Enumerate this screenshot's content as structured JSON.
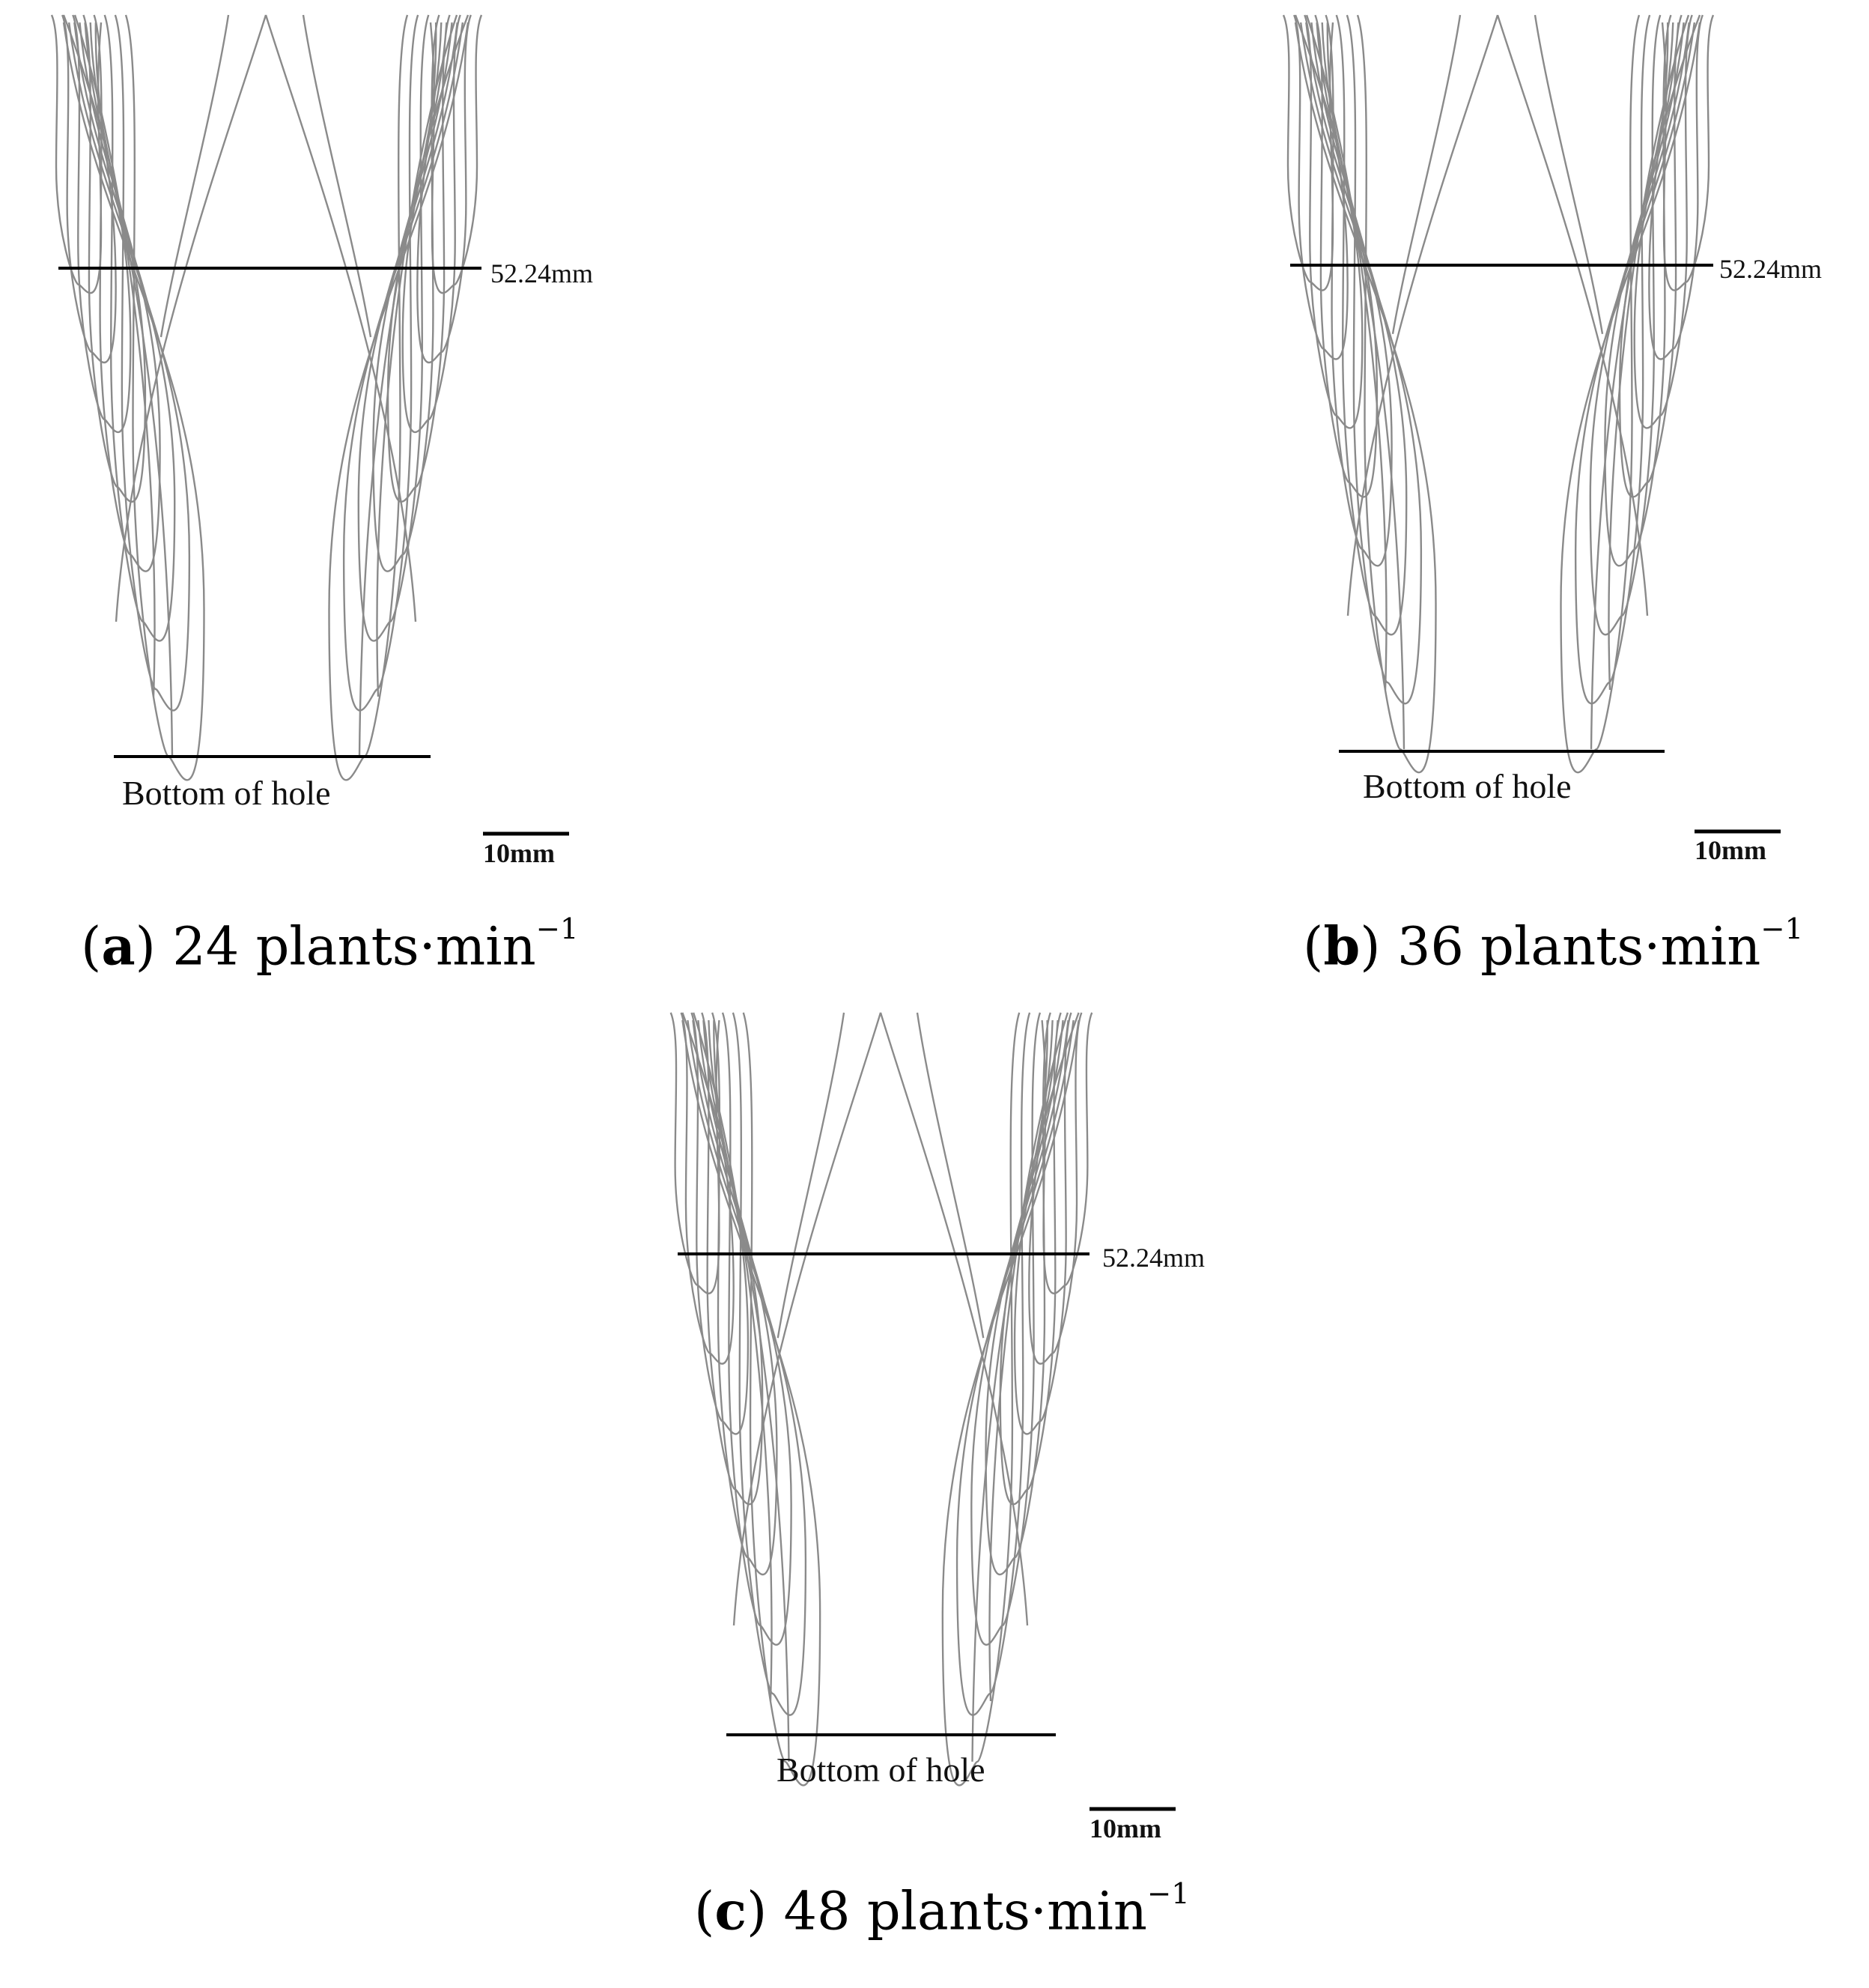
{
  "panels": [
    {
      "id": "a",
      "letter": "a",
      "caption_value": "24",
      "caption_unit": "plants·min",
      "caption_exp": "−1",
      "depth_label": "52.24mm",
      "bottom_label": "Bottom of hole",
      "scale_label": "10mm"
    },
    {
      "id": "b",
      "letter": "b",
      "caption_value": "36",
      "caption_unit": "plants·min",
      "caption_exp": "−1",
      "depth_label": "52.24mm",
      "bottom_label": "Bottom of hole",
      "scale_label": "10mm"
    },
    {
      "id": "c",
      "letter": "c",
      "caption_value": "48",
      "caption_unit": "plants·min",
      "caption_exp": "−1",
      "depth_label": "52.24mm",
      "bottom_label": "Bottom of hole",
      "scale_label": "10mm"
    }
  ],
  "colors": {
    "trajectory": "#8a8a8a",
    "lines": "#000000",
    "background": "#ffffff"
  }
}
